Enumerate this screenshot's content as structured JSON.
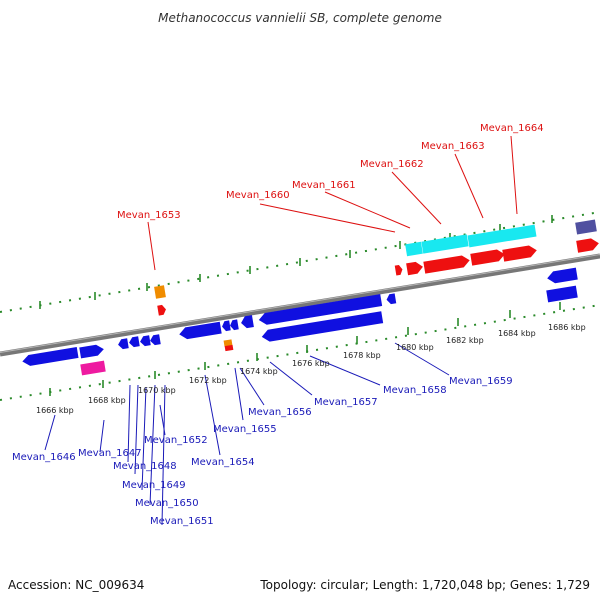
{
  "title": "Methanococcus vannielii SB, complete genome",
  "footer": {
    "accession": "Accession: NC_009634",
    "topology": "Topology: circular; Length: 1,720,048 bp; Genes: 1,729"
  },
  "colors": {
    "forward_label": "#dd1111",
    "reverse_label": "#1a1ab8",
    "backbone": "#777777",
    "ticks": "#2a8a2a",
    "gene_blue": "#1010e0",
    "gene_red": "#ee1010",
    "gene_cyan": "#19e8f0",
    "gene_orange": "#f08c00",
    "gene_pink": "#ee1aa0",
    "gene_purple": "#5050a0"
  },
  "scale_labels": [
    "1666 kbp",
    "1668 kbp",
    "1670 kbp",
    "1672 kbp",
    "1674 kbp",
    "1676 kbp",
    "1678 kbp",
    "1680 kbp",
    "1682 kbp",
    "1684 kbp",
    "1686 kbp"
  ],
  "forward_labels": [
    "Mevan_1653",
    "Mevan_1660",
    "Mevan_1661",
    "Mevan_1662",
    "Mevan_1663",
    "Mevan_1664"
  ],
  "reverse_labels": [
    "Mevan_1646",
    "Mevan_1647",
    "Mevan_1648",
    "Mevan_1649",
    "Mevan_1650",
    "Mevan_1651",
    "Mevan_1652",
    "Mevan_1654",
    "Mevan_1655",
    "Mevan_1656",
    "Mevan_1657",
    "Mevan_1658",
    "Mevan_1659"
  ]
}
